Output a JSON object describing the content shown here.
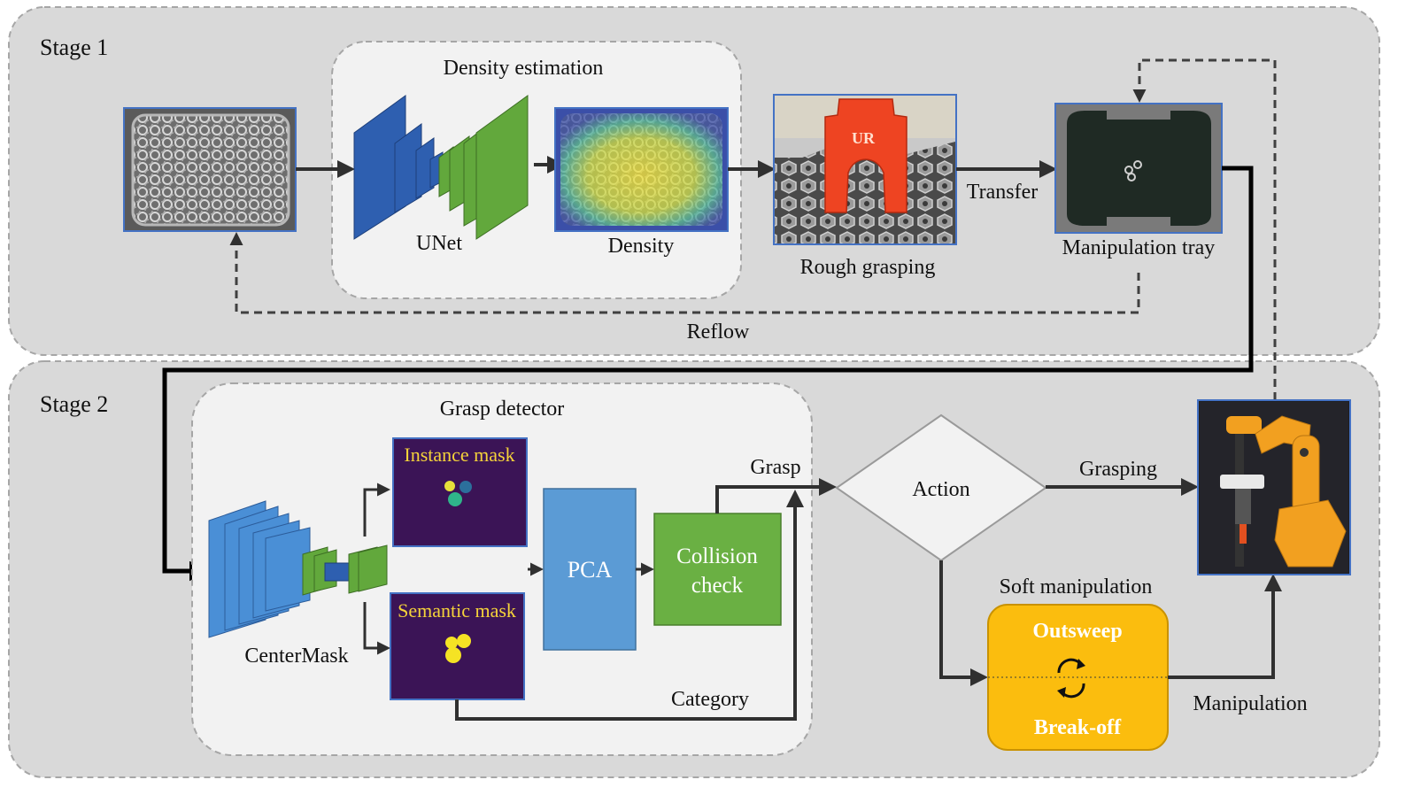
{
  "stage1": {
    "label": "Stage 1",
    "density_estimation": {
      "title": "Density estimation",
      "unet_label": "UNet",
      "density_label": "Density"
    },
    "rough_grasping_label": "Rough grasping",
    "ur_logo": "UR",
    "transfer_label": "Transfer",
    "tray_label": "Manipulation tray",
    "reflow_label": "Reflow"
  },
  "stage2": {
    "label": "Stage 2",
    "grasp_detector": {
      "title": "Grasp detector",
      "centermask_label": "CenterMask",
      "instance_mask_label": "Instance mask",
      "semantic_mask_label": "Semantic mask",
      "pca_label": "PCA",
      "collision_line1": "Collision",
      "collision_line2": "check",
      "category_label": "Category"
    },
    "grasp_label": "Grasp",
    "action_label": "Action",
    "grasping_label": "Grasping",
    "soft_manipulation": {
      "title": "Soft manipulation",
      "outsweep_label": "Outsweep",
      "breakoff_label": "Break-off"
    },
    "manipulation_label": "Manipulation"
  },
  "colors": {
    "stage_bg": "#d9d9d9",
    "inner_bg": "#f2f2f2",
    "encoder_blue": "#2e5fb0",
    "decoder_green": "#62a83c",
    "centermask_blue": "#4a8fd6",
    "pca_blue": "#5b9bd5",
    "collision_green": "#6ab043",
    "mask_purple": "#3b1456",
    "mask_text_yellow": "#f5d33a",
    "soft_yellow": "#fbbd0e",
    "arrow": "#303030"
  },
  "icons": [
    "refresh-cycle-icon"
  ]
}
